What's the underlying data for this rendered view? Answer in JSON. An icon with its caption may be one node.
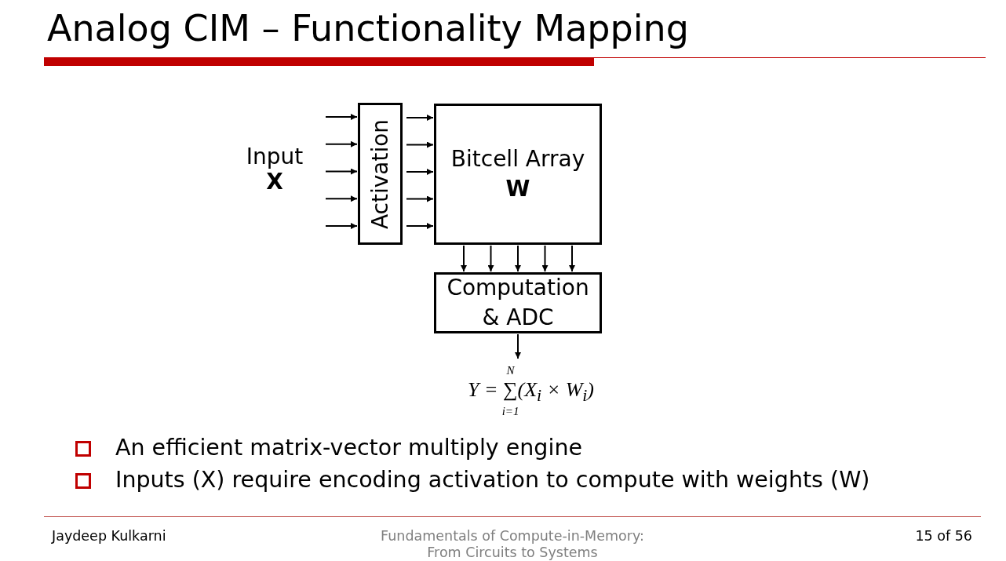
{
  "diagram": {
    "title": "Analog CIM – Functionality Mapping",
    "nodes": [
      {
        "text": [
          "Activation"
        ]
      },
      {
        "text": [
          "Bitcell Array",
          "W"
        ]
      },
      {
        "text": [
          "Computation & ADC"
        ]
      },
      {
        "text": [
          "Y = ∑$^{N}$$_{i=1}$(X$_{i}$ × W$_{i}$)"
        ]
      }
    ],
    "edges": [
      {
        "from": null,
        "to": 0,
        "arrow": "to"
      },
      {
        "from": null,
        "to": 0,
        "arrow": "to"
      },
      {
        "from": null,
        "to": 0,
        "arrow": "to"
      },
      {
        "from": null,
        "to": 0,
        "arrow": "to"
      },
      {
        "from": null,
        "to": 0,
        "arrow": "to"
      },
      {
        "from": 0,
        "to": 1,
        "arrow": "to"
      },
      {
        "from": 0,
        "to": 1,
        "arrow": "to"
      },
      {
        "from": 0,
        "to": 1,
        "arrow": "to"
      },
      {
        "from": 0,
        "to": 1,
        "arrow": "to"
      },
      {
        "from": 0,
        "to": 1,
        "arrow": "to"
      },
      {
        "from": 1,
        "to": 2,
        "arrow": "to"
      },
      {
        "from": 1,
        "to": 2,
        "arrow": "to"
      },
      {
        "from": 1,
        "to": 2,
        "arrow": "to"
      },
      {
        "from": 1,
        "to": 2,
        "arrow": "to"
      },
      {
        "from": 1,
        "to": 2,
        "arrow": "to"
      },
      {
        "from": 2,
        "to": 3,
        "arrow": "to"
      }
    ],
    "labels": [
      "Input",
      "X",
      "An efficient matrix-vector multiply engine",
      "Inputs (X) require encoding activation to compute with weights (W)",
      "Jaydeep Kulkarni",
      "Fundamentals of Compute-in-Memory: From Circuits to Systems",
      "15 of 56"
    ]
  }
}
